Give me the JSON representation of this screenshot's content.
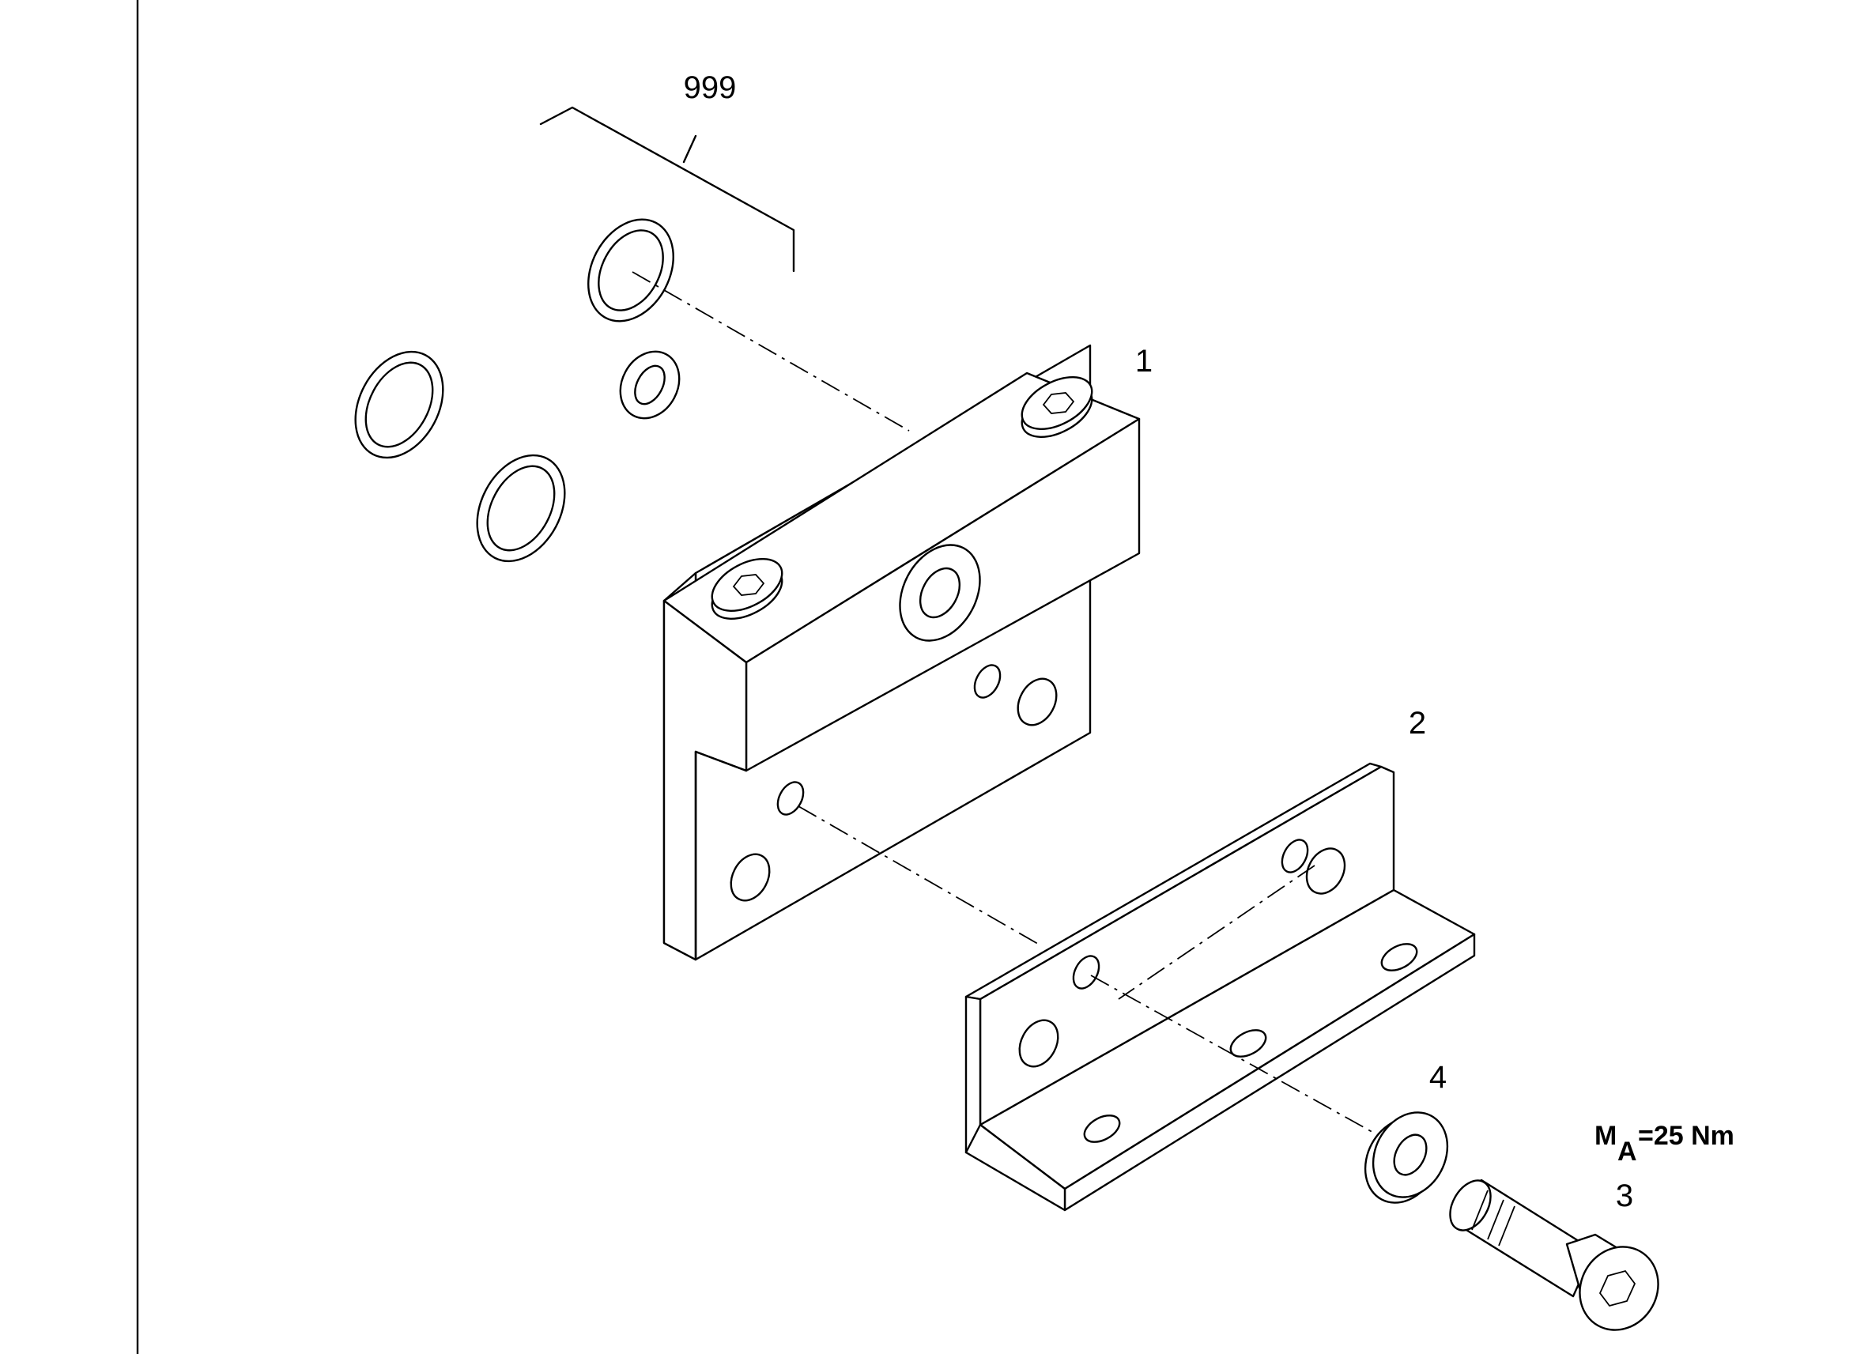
{
  "callouts": {
    "kit": "999",
    "item1": "1",
    "item2": "2",
    "item3": "3",
    "item4": "4"
  },
  "torque": {
    "symbol": "M",
    "subscript": "A",
    "value": "=25 Nm"
  }
}
